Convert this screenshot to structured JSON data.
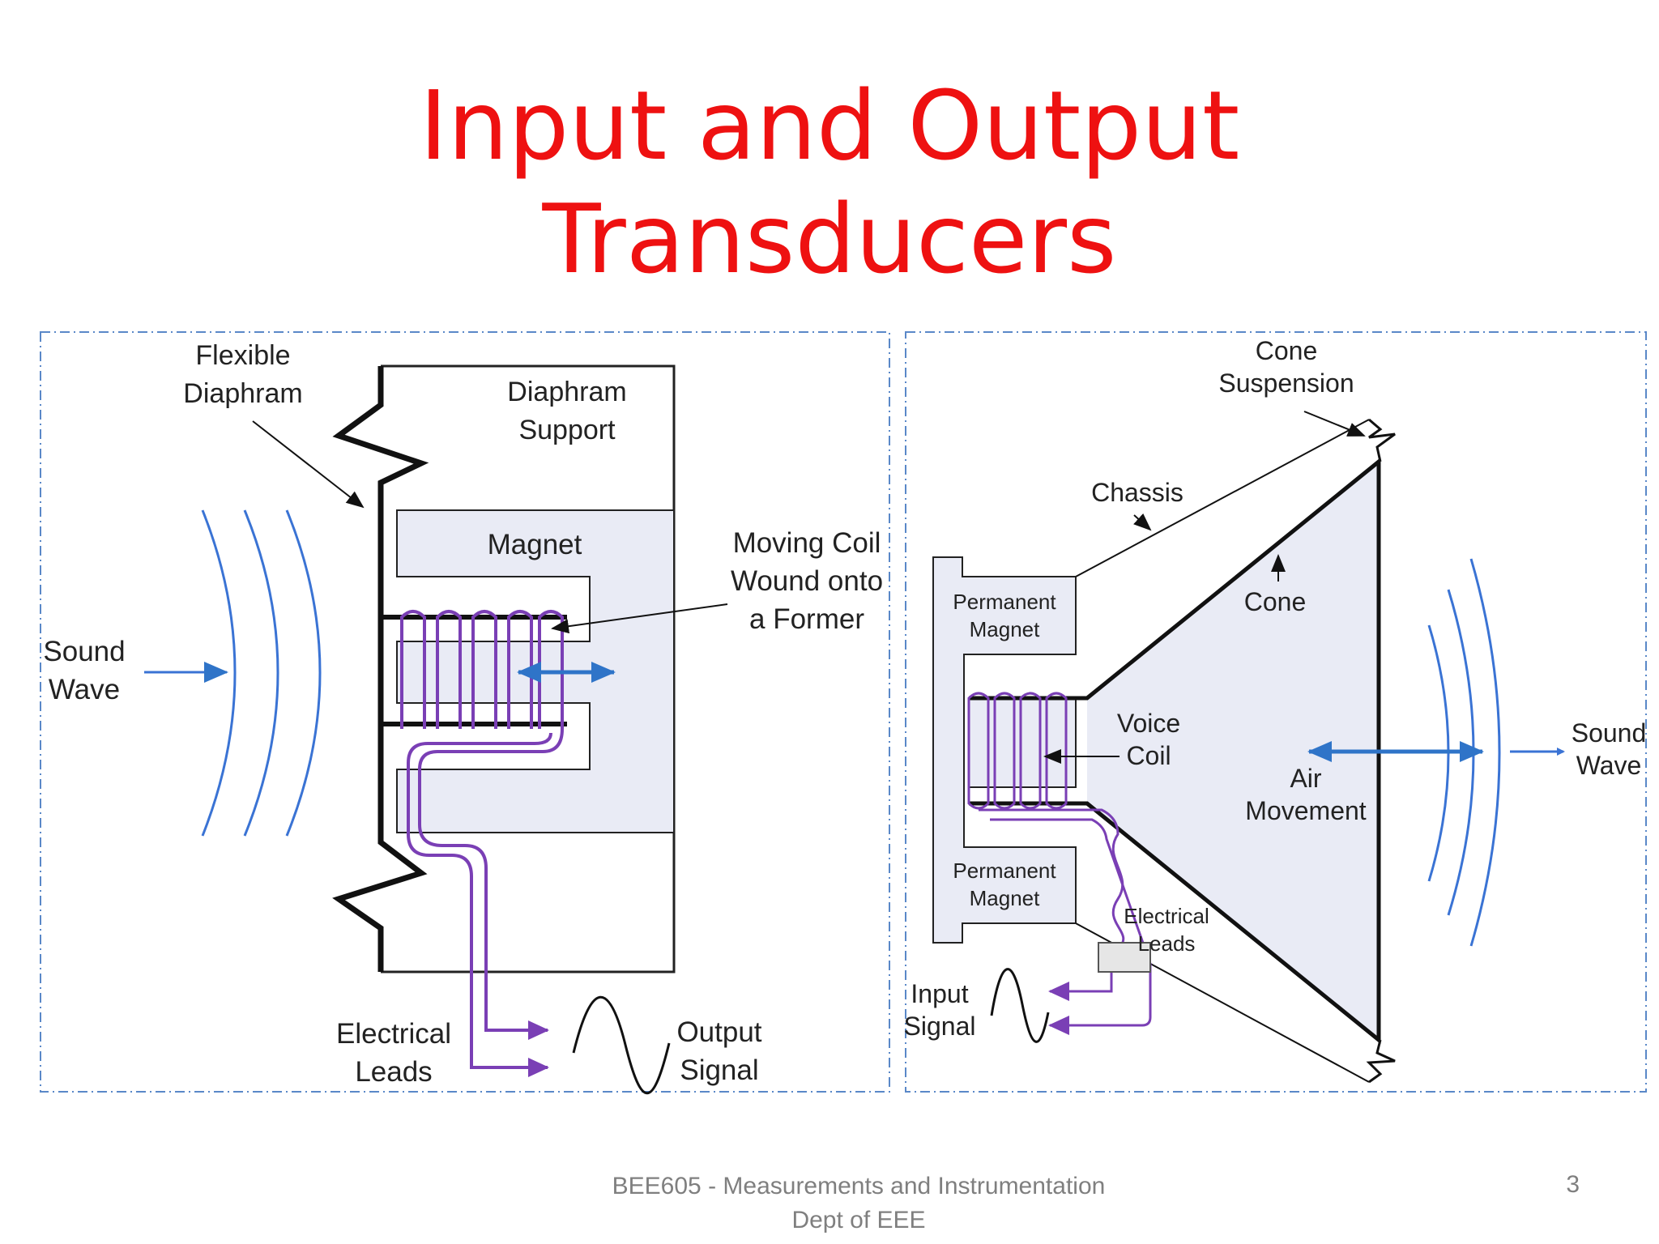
{
  "slide": {
    "title_line1": "Input and Output",
    "title_line2": "Transducers",
    "footer_line1": "BEE605 - Measurements and Instrumentation",
    "footer_line2": "Dept of EEE",
    "page_number": "3"
  },
  "microphone": {
    "flexible_diaphram": [
      "Flexible",
      "Diaphram"
    ],
    "diaphram_support": [
      "Diaphram",
      "Support"
    ],
    "magnet": "Magnet",
    "moving_coil": [
      "Moving Coil",
      "Wound onto",
      "a Former"
    ],
    "sound_wave": [
      "Sound",
      "Wave"
    ],
    "electrical_leads": [
      "Electrical",
      "Leads"
    ],
    "output_signal": [
      "Output",
      "Signal"
    ]
  },
  "speaker": {
    "cone_suspension": [
      "Cone",
      "Suspension"
    ],
    "chassis": "Chassis",
    "cone": "Cone",
    "permanent_magnet_top": [
      "Permanent",
      "Magnet"
    ],
    "permanent_magnet_bottom": [
      "Permanent",
      "Magnet"
    ],
    "voice_coil": [
      "Voice",
      "Coil"
    ],
    "air_movement": [
      "Air",
      "Movement"
    ],
    "sound_wave": [
      "Sound",
      "Wave"
    ],
    "electrical_leads": [
      "Electrical",
      "Leads"
    ],
    "input_signal": [
      "Input",
      "Signal"
    ]
  },
  "colors": {
    "title": "#ee1111",
    "wave": "#3a73d4",
    "coil": "#7a3fb5",
    "magnet_fill": "#e9ebf5",
    "frame_border": "#5a88c8"
  }
}
